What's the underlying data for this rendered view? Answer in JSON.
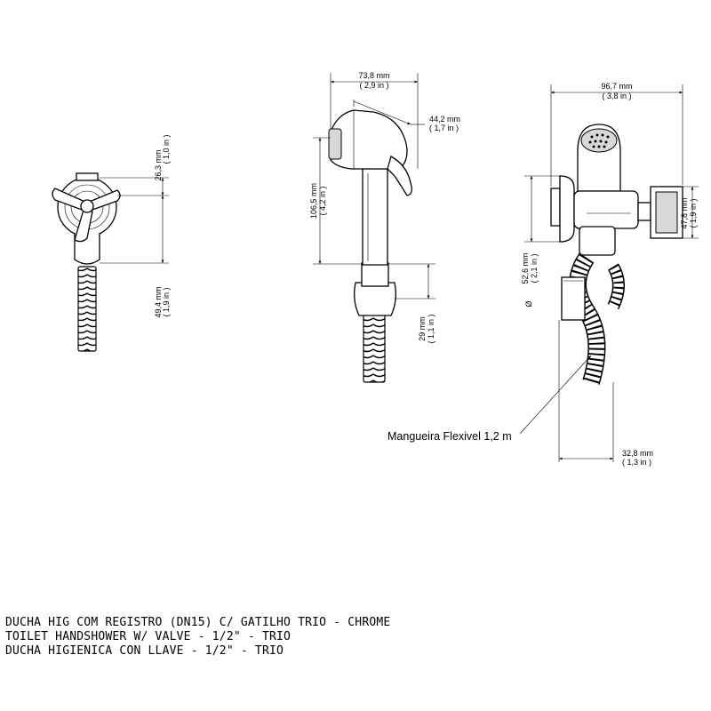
{
  "left_view": {
    "dim_top_mm": "26,3 mm",
    "dim_top_in": "( 1,0 in )",
    "dim_bottom_mm": "49,4 mm",
    "dim_bottom_in": "( 1,9 in )"
  },
  "middle_view": {
    "dim_width_mm": "73,8 mm",
    "dim_width_in": "( 2,9 in )",
    "dim_trigger_mm": "44,2 mm",
    "dim_trigger_in": "( 1,7 in )",
    "dim_height_mm": "106,5 mm",
    "dim_height_in": "( 4,2 in )",
    "dim_holder_mm": "29 mm",
    "dim_holder_in": "( 1,1 in )"
  },
  "right_view": {
    "dim_width_mm": "96,7 mm",
    "dim_width_in": "( 3,8 in )",
    "dim_valve_mm": "47,8 mm",
    "dim_valve_in": "( 1,9 in )",
    "dim_diameter_symbol": "Ø",
    "dim_diameter_mm": "52,6 mm",
    "dim_diameter_in": "( 2,1 in )",
    "dim_base_mm": "32,8 mm",
    "dim_base_in": "( 1,3 in )"
  },
  "callout": {
    "hose_label": "Mangueira Flexivel 1,2 m"
  },
  "caption": {
    "line1": "DUCHA HIG COM REGISTRO (DN15) C/ GATILHO TRIO - CHROME",
    "line2": "TOILET HANDSHOWER W/ VALVE - 1/2\" - TRIO",
    "line3": "DUCHA HIGIENICA CON LLAVE - 1/2\" - TRIO"
  }
}
